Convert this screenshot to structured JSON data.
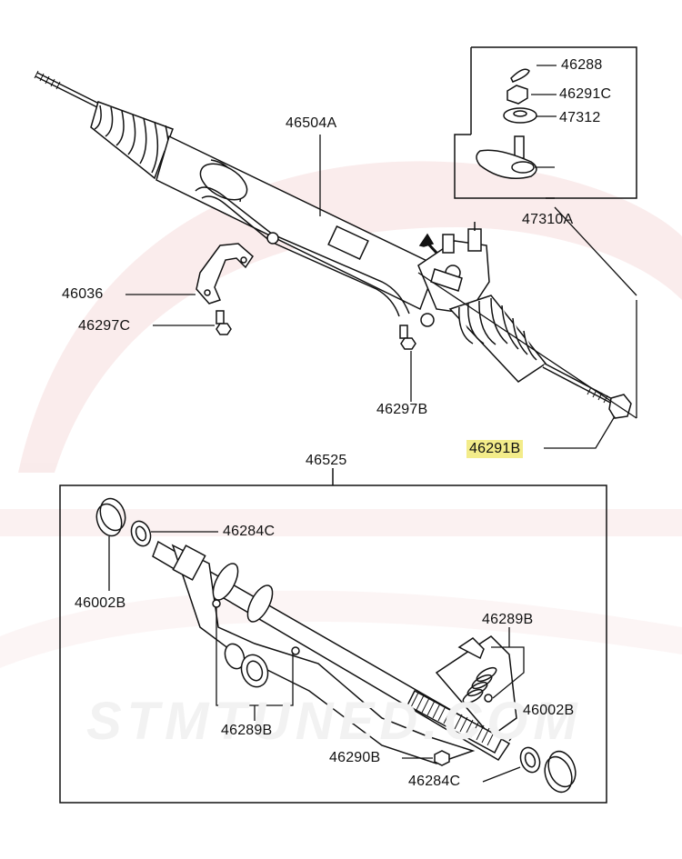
{
  "watermark": {
    "text": "STMTUNED.COM"
  },
  "labels": {
    "p46288": "46288",
    "p46291C": "46291C",
    "p47312": "47312",
    "p47310A": "47310A",
    "p46504A": "46504A",
    "p46036": "46036",
    "p46297C": "46297C",
    "p46297B": "46297B",
    "p46291B": "46291B",
    "p46525": "46525",
    "p46284C_top": "46284C",
    "p46002B_left": "46002B",
    "p46289B_right": "46289B",
    "p46289B_bottom": "46289B",
    "p46002B_right": "46002B",
    "p46290B": "46290B",
    "p46284C_bottom": "46284C"
  },
  "highlight_color": "#f3ec8a"
}
